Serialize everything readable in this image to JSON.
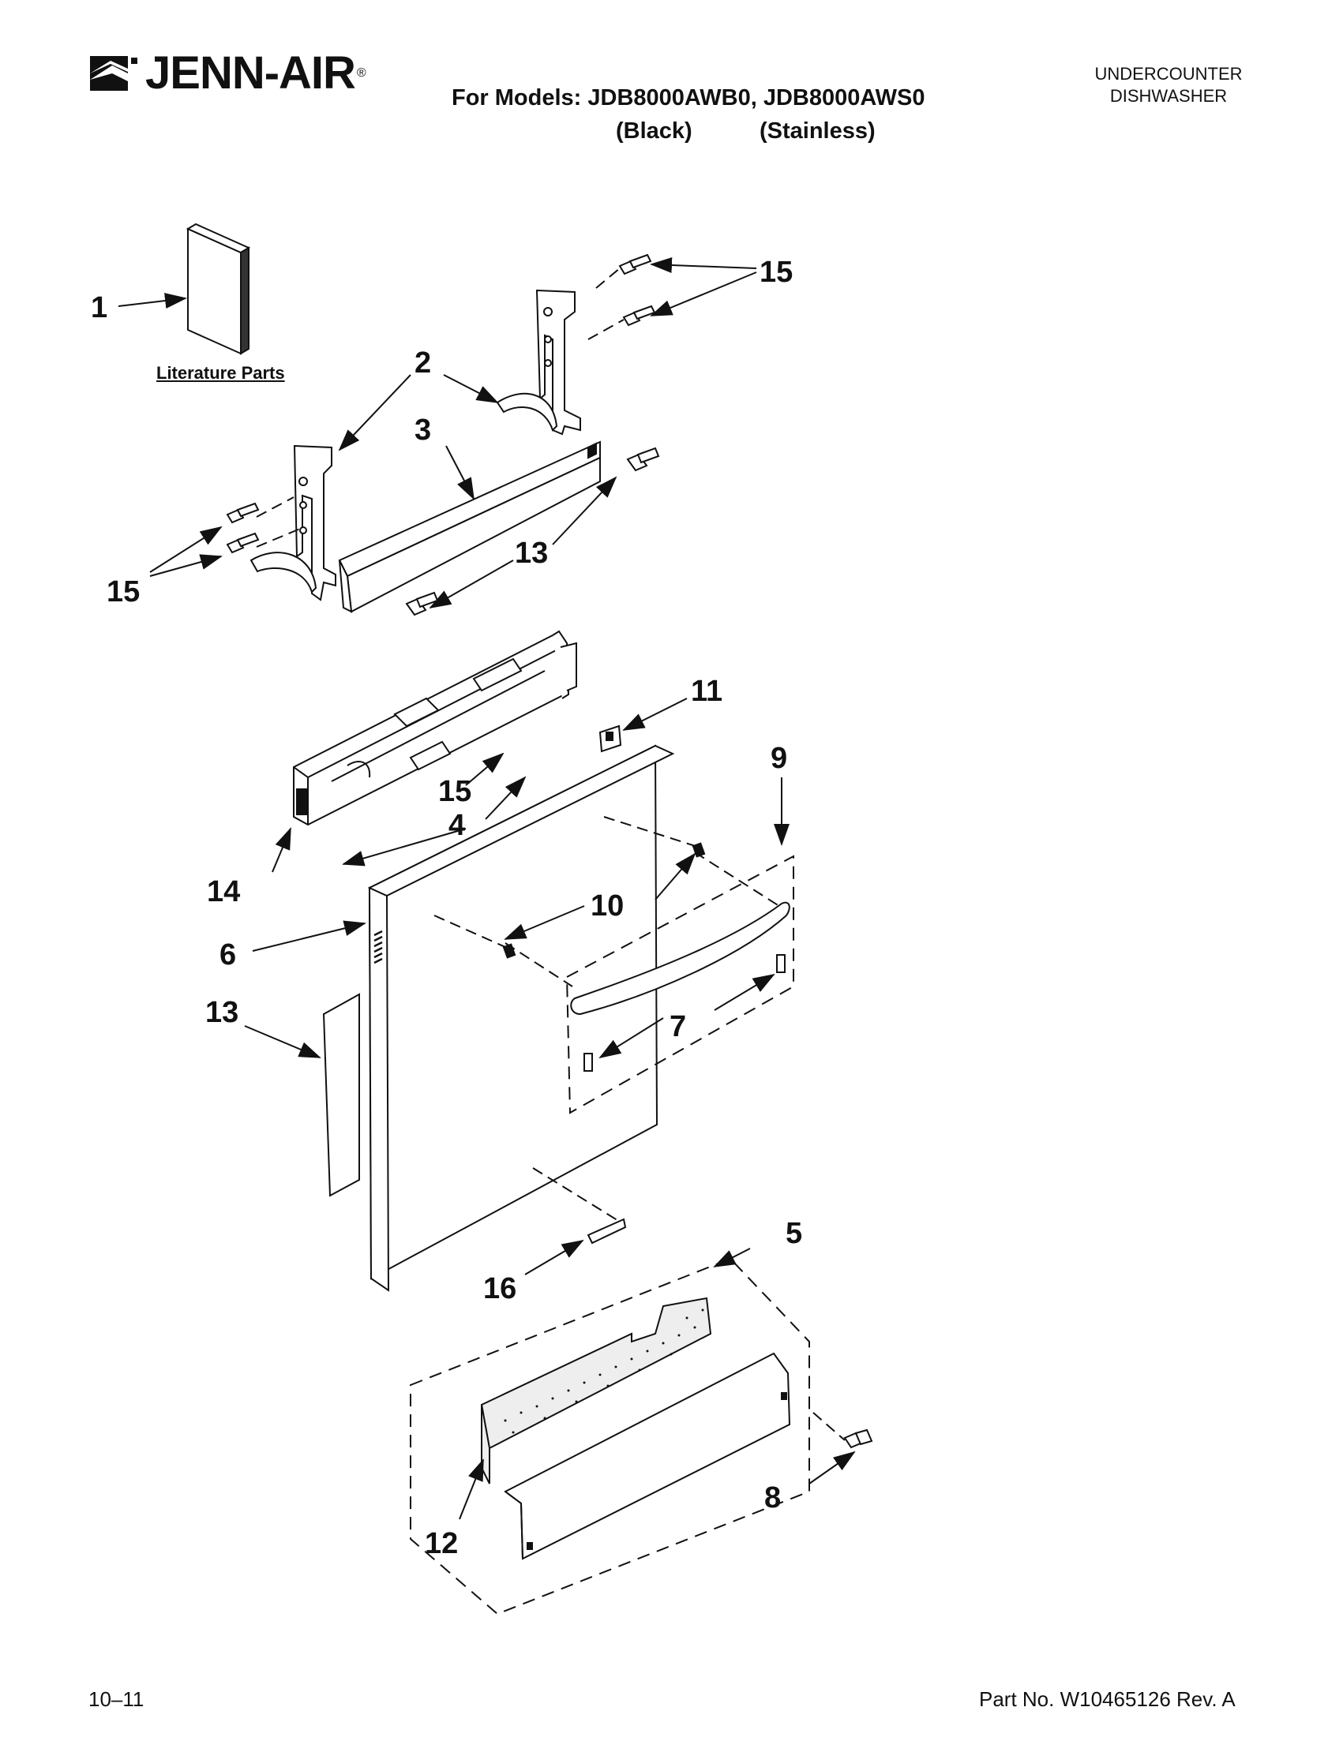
{
  "header": {
    "brand": "JENN-AIR",
    "brand_mark": "®",
    "models_label": "For Models: JDB8000AWB0, JDB8000AWS0",
    "variant_black": "(Black)",
    "variant_stainless": "(Stainless)",
    "category_line1": "UNDERCOUNTER",
    "category_line2": "DISHWASHER"
  },
  "diagram": {
    "literature_label": "Literature Parts",
    "callouts": [
      {
        "id": "c1",
        "text": "1"
      },
      {
        "id": "c15a",
        "text": "15"
      },
      {
        "id": "c2",
        "text": "2"
      },
      {
        "id": "c3",
        "text": "3"
      },
      {
        "id": "c13a",
        "text": "13"
      },
      {
        "id": "c15b",
        "text": "15"
      },
      {
        "id": "c11",
        "text": "11"
      },
      {
        "id": "c9",
        "text": "9"
      },
      {
        "id": "c15c",
        "text": "15"
      },
      {
        "id": "c4",
        "text": "4"
      },
      {
        "id": "c14",
        "text": "14"
      },
      {
        "id": "c10",
        "text": "10"
      },
      {
        "id": "c6",
        "text": "6"
      },
      {
        "id": "c13b",
        "text": "13"
      },
      {
        "id": "c7",
        "text": "7"
      },
      {
        "id": "c5",
        "text": "5"
      },
      {
        "id": "c16",
        "text": "16"
      },
      {
        "id": "c8",
        "text": "8"
      },
      {
        "id": "c12",
        "text": "12"
      }
    ]
  },
  "footer": {
    "date": "10–11",
    "part_no": "Part No. W10465126 Rev. A"
  }
}
